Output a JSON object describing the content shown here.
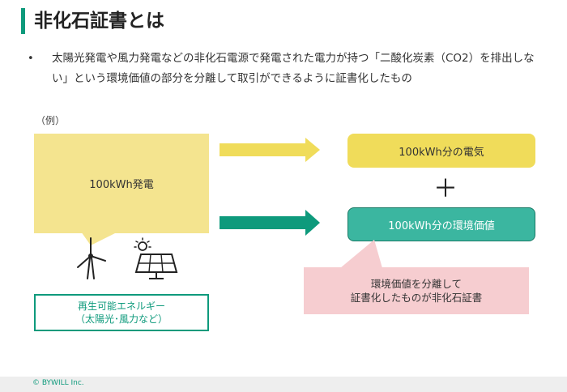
{
  "title": "非化石証書とは",
  "bullet": "•",
  "description": "太陽光発電や風力発電などの非化石電源で発電された電力が持つ「二酸化炭素（CO2）を排出しない」という環境価値の部分を分離して取引ができるように証書化したもの",
  "example_label": "（例）",
  "generation_box": "100kWh発電",
  "electricity_box": "100kWh分の電気",
  "plus_sign": "＋",
  "env_value_box": "100kWh分の環境価値",
  "callout": {
    "line1": "環境価値を分離して",
    "line2": "証書化したものが非化石証書"
  },
  "renewable": {
    "line1": "再生可能エネルギー",
    "line2": "（太陽光･風力など）"
  },
  "icons": [
    "wind-turbine-icon",
    "solar-panel-icon"
  ],
  "colors": {
    "accent_green": "#0e9a7c",
    "yellow_light": "#f4e48f",
    "yellow": "#f0dc5a",
    "teal": "#3bb6a0",
    "pink": "#f6cdd0"
  },
  "footer": "© BYWILL Inc."
}
